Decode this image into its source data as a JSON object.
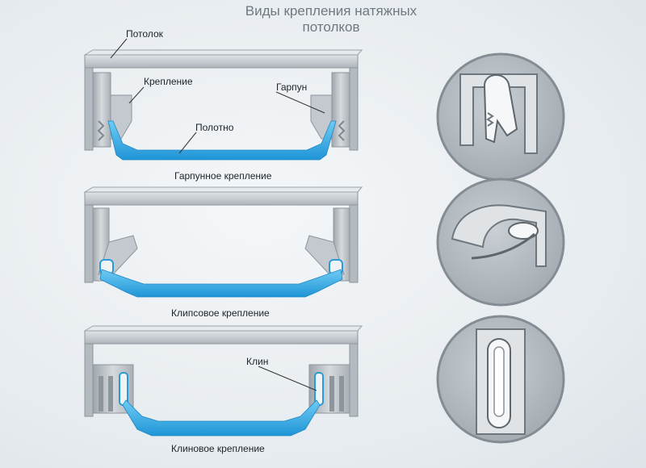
{
  "title_line1": "Виды крепления натяжных",
  "title_line2": "потолков",
  "labels": {
    "ceiling": "Потолок",
    "mount": "Крепление",
    "harpoon": "Гарпун",
    "canvas": "Полотно",
    "wedge": "Клин"
  },
  "captions": {
    "harpoon_mount": "Гарпунное крепление",
    "clip_mount": "Клипсовое крепление",
    "wedge_mount": "Клиновое крепление"
  },
  "colors": {
    "canvas_blue": "#3aaee8",
    "profile_gray": "#b9c0c6",
    "ceiling_gray": "#c8cdd2"
  }
}
